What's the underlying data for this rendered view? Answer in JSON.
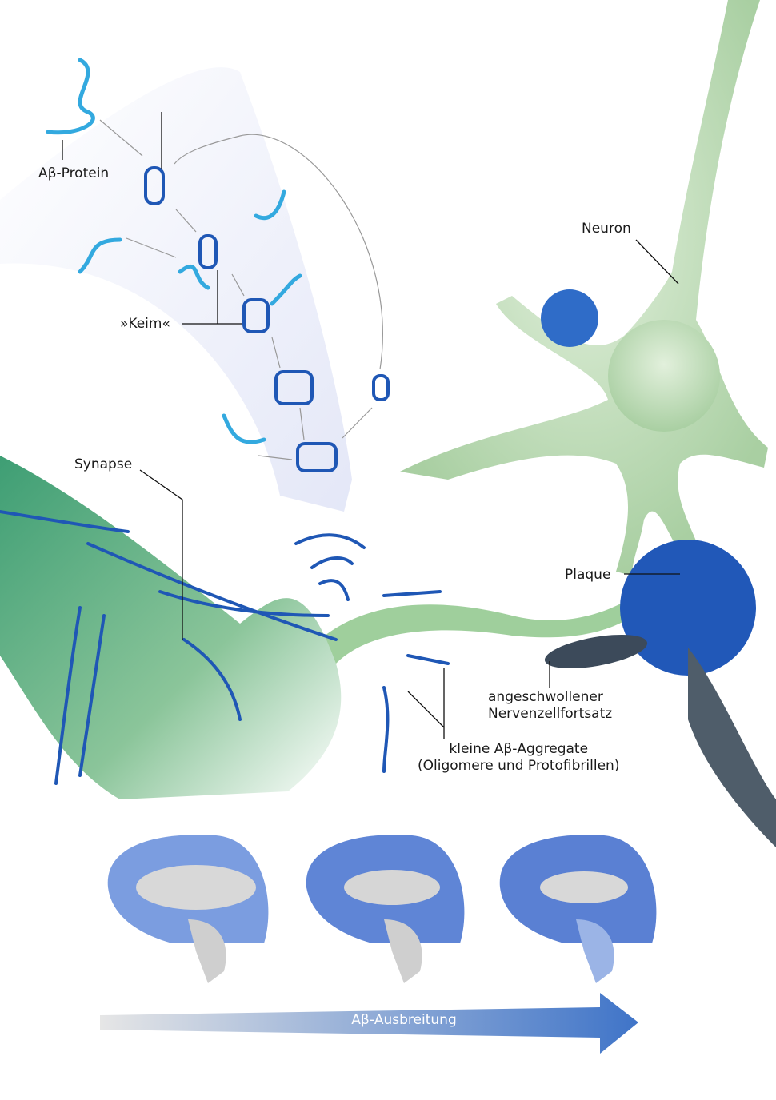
{
  "labels": {
    "ab_protein": "Aβ-Protein",
    "keim": "»Keim«",
    "synapse": "Synapse",
    "neuron": "Neuron",
    "plaque": "Plaque",
    "swollen_line1": "angeschwollener",
    "swollen_line2": "Nervenzellfortsatz",
    "aggregates_line1": "kleine Aβ-Aggregate",
    "aggregates_line2": "(Oligomere und Protofibrillen)",
    "spread": "Aβ-Ausbreitung"
  },
  "colors": {
    "protein": "#33a9df",
    "aggregate": "#1f57b5",
    "neuron": "#cfe6c9",
    "synapse": "#5aa882",
    "brain_affected": "#6e90d8",
    "brain_unaffected": "#d8d8d8"
  },
  "brain_stages": [
    "stage-1",
    "stage-2",
    "stage-3"
  ]
}
